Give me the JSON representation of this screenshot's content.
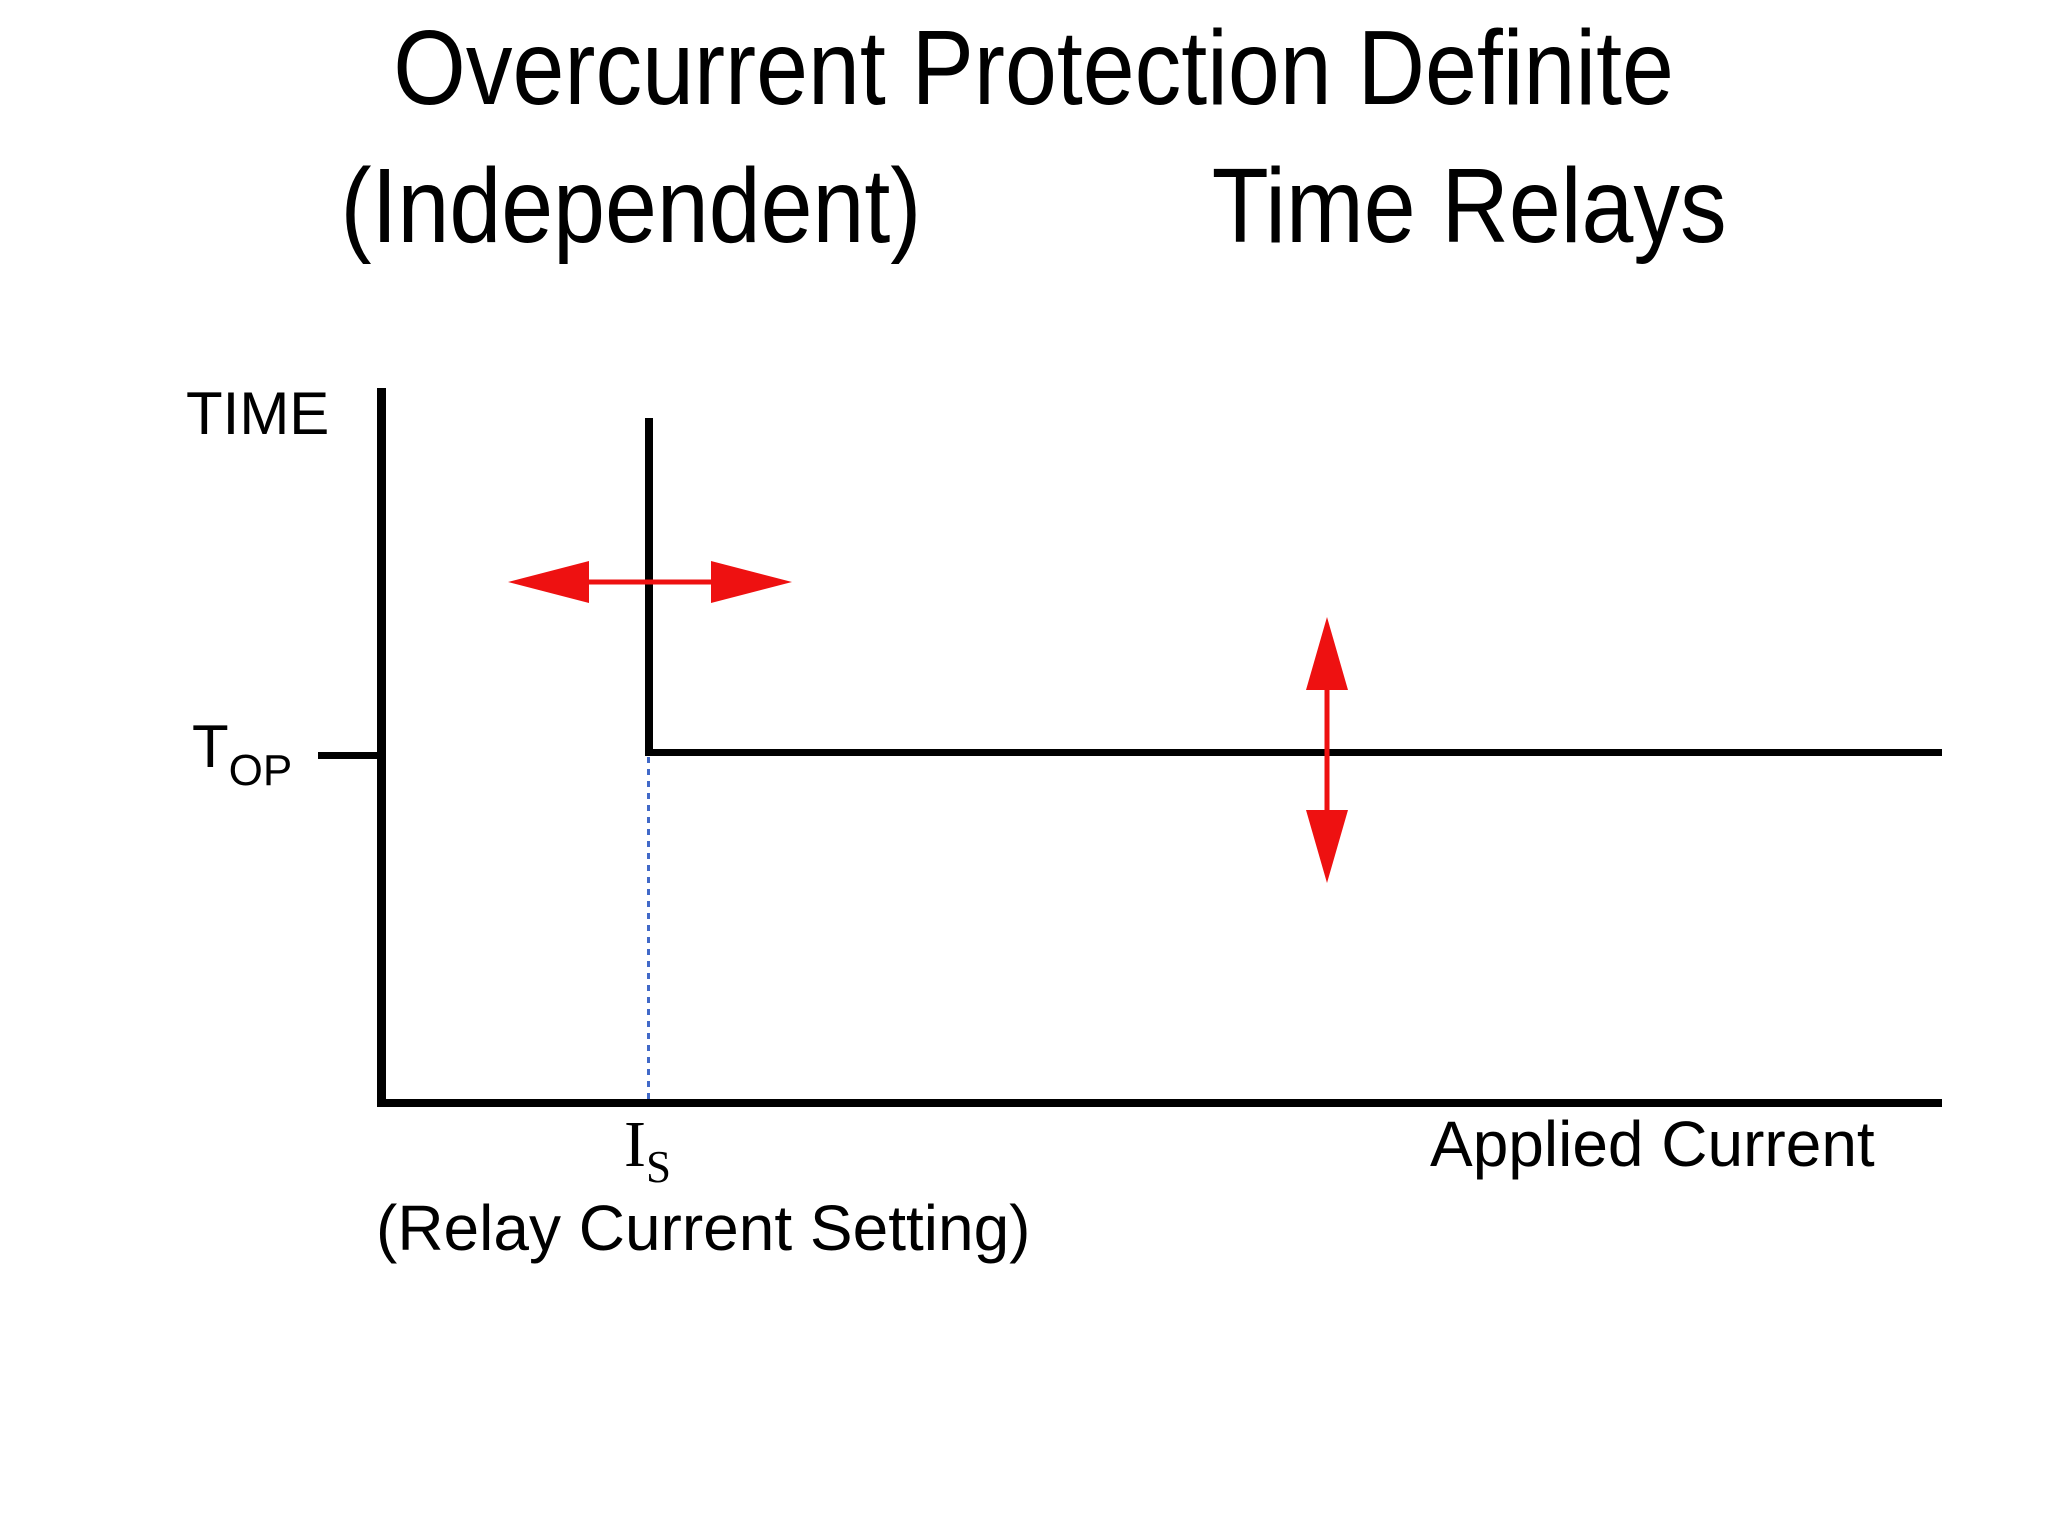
{
  "title": {
    "line1": "Overcurrent Protection Definite",
    "line2_left": "(Independent)",
    "line2_right": "Time Relays"
  },
  "axes": {
    "y_label": "TIME",
    "x_label": "Applied Current"
  },
  "ticks": {
    "t_op_main": "T",
    "t_op_sub": "OP",
    "i_s_main": "I",
    "i_s_sub": "S",
    "i_s_caption": "(Relay Current Setting)"
  },
  "icons": {
    "horizontal_double_arrow": "red double-headed horizontal arrow indicating the relay current setting Is is adjustable",
    "vertical_double_arrow": "red double-headed vertical arrow indicating the operating time Top is adjustable"
  },
  "colors": {
    "ink": "#000000",
    "arrow_red": "#EE1111",
    "guide_blue": "#4169C8",
    "background": "#FFFFFF"
  },
  "chart_data": {
    "type": "line",
    "title": "Overcurrent Protection Definite (Independent) Time Relays",
    "xlabel": "Applied Current",
    "ylabel": "TIME",
    "grid": false,
    "legend": false,
    "x_axis": {
      "numeric": false,
      "range_frac": [
        0,
        1
      ],
      "ticks": [
        {
          "label": "Is",
          "caption": "(Relay Current Setting)",
          "position_frac": 0.17
        }
      ]
    },
    "y_axis": {
      "numeric": false,
      "range_frac": [
        0,
        1
      ],
      "ticks": [
        {
          "label": "Top",
          "position_frac": 0.49
        }
      ]
    },
    "series": [
      {
        "name": "Definite-time operating characteristic",
        "color": "#000000",
        "points_frac": [
          [
            0.17,
            0.96
          ],
          [
            0.17,
            0.49
          ],
          [
            1.0,
            0.49
          ]
        ],
        "description": "No operation for applied current below Is; for current above Is the relay operates after a constant definite time Top."
      }
    ],
    "guides": [
      {
        "type": "dashed-vertical",
        "color": "#4169C8",
        "x_frac": 0.17,
        "from_y_frac": 0.49,
        "to_y_frac": 0.0,
        "meaning": "projection of the characteristic corner onto the current axis at Is"
      }
    ],
    "annotations": [
      {
        "type": "double-arrow",
        "orientation": "horizontal",
        "color": "#EE1111",
        "center_frac": [
          0.17,
          0.73
        ],
        "meaning": "current setting Is adjustable left/right"
      },
      {
        "type": "double-arrow",
        "orientation": "vertical",
        "color": "#EE1111",
        "center_frac": [
          0.605,
          0.49
        ],
        "meaning": "time setting Top adjustable up/down"
      }
    ]
  }
}
